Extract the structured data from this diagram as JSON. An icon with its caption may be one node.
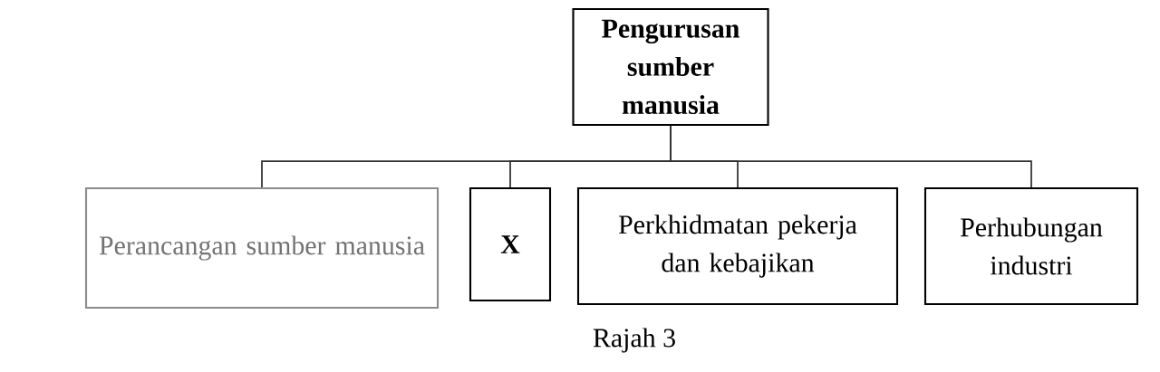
{
  "diagram": {
    "caption": "Rajah 3",
    "nodes": [
      {
        "text": [
          "Pengurusan sumber manusia"
        ]
      },
      {
        "text": [
          "Perancangan sumber manusia"
        ]
      },
      {
        "text": [
          "X"
        ]
      },
      {
        "text": [
          "Perkhidmatan pekerja dan kebajikan"
        ]
      },
      {
        "text": [
          "Perhubungan industri"
        ]
      }
    ],
    "edges": [
      {
        "from": 0,
        "to": 1,
        "arrow": "none"
      },
      {
        "from": 0,
        "to": 2,
        "arrow": "none"
      },
      {
        "from": 0,
        "to": 3,
        "arrow": "none"
      },
      {
        "from": 0,
        "to": 4,
        "arrow": "none"
      }
    ]
  }
}
